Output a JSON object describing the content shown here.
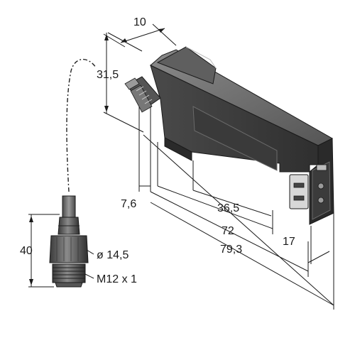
{
  "dimensions": {
    "width_top": "10",
    "height": "31,5",
    "cable_offset": "7,6",
    "mount_spacing": "36,5",
    "body_length": "72",
    "total_length": "79,3",
    "depth": "17",
    "connector_length": "40",
    "connector_diameter": "ø 14,5",
    "connector_thread": "M12 x 1"
  },
  "colors": {
    "housing_top": "#6d6d6d",
    "housing_side": "#3e3e3e",
    "housing_front": "#2c2c2c",
    "connector": "#5b5b5b",
    "line": "#1a1a1a"
  }
}
